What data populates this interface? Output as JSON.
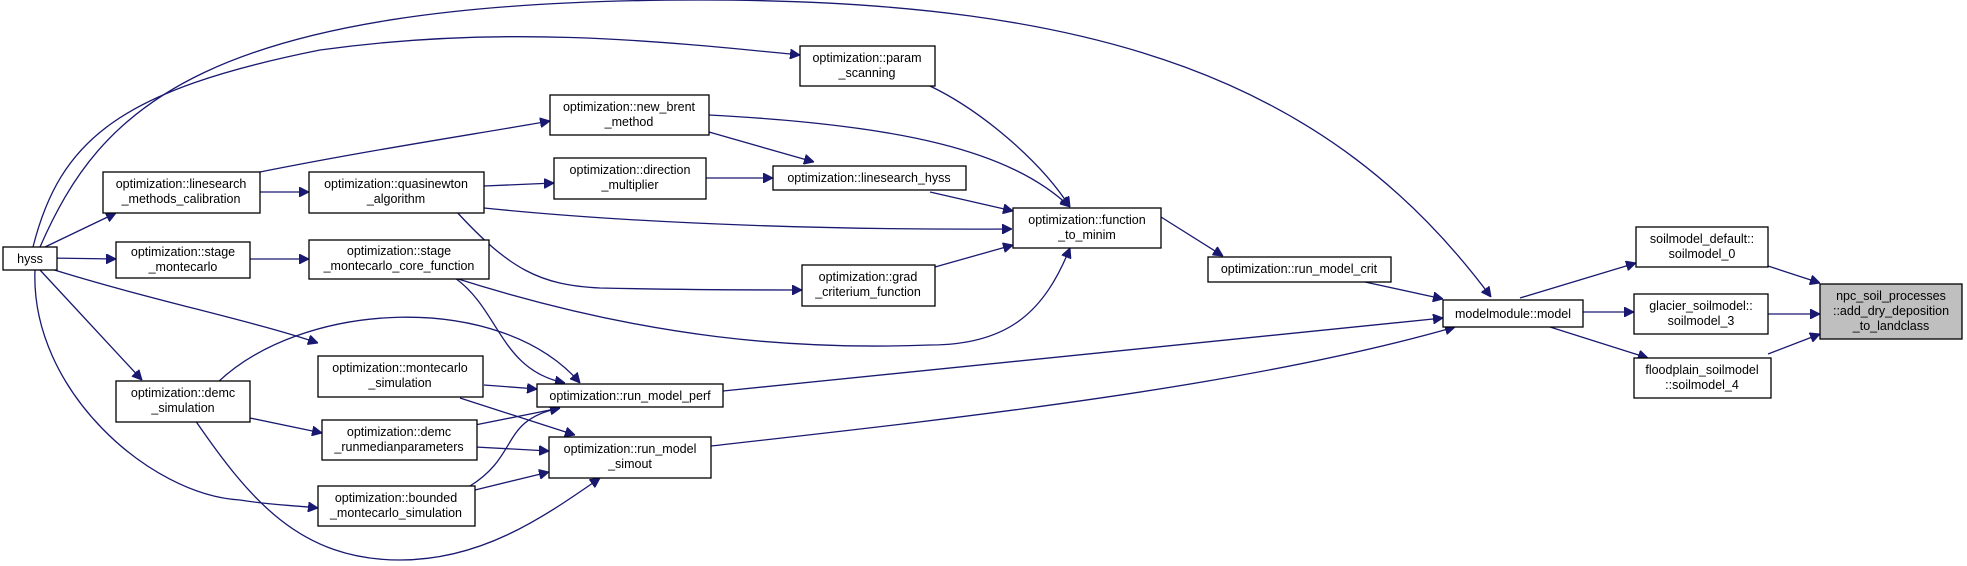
{
  "diagram": {
    "kind": "call-graph",
    "colors": {
      "edge": "#191970",
      "node_border": "#000000",
      "current_node_fill": "#bfbfbf",
      "node_fill": "#ffffff"
    },
    "nodes": [
      {
        "id": "hyss",
        "lines": [
          "hyss"
        ]
      },
      {
        "id": "linesearch_cal",
        "lines": [
          "optimization::linesearch",
          "_methods_calibration"
        ]
      },
      {
        "id": "stage_mc",
        "lines": [
          "optimization::stage",
          "_montecarlo"
        ]
      },
      {
        "id": "demc_sim",
        "lines": [
          "optimization::demc",
          "_simulation"
        ]
      },
      {
        "id": "param_scanning",
        "lines": [
          "optimization::param",
          "_scanning"
        ]
      },
      {
        "id": "new_brent",
        "lines": [
          "optimization::new_brent",
          "_method"
        ]
      },
      {
        "id": "quasinewton",
        "lines": [
          "optimization::quasinewton",
          "_algorithm"
        ]
      },
      {
        "id": "stage_mc_core",
        "lines": [
          "optimization::stage",
          "_montecarlo_core_function"
        ]
      },
      {
        "id": "mc_sim",
        "lines": [
          "optimization::montecarlo",
          "_simulation"
        ]
      },
      {
        "id": "demc_runmedian",
        "lines": [
          "optimization::demc",
          "_runmedianparameters"
        ]
      },
      {
        "id": "bounded_mc",
        "lines": [
          "optimization::bounded",
          "_montecarlo_simulation"
        ]
      },
      {
        "id": "direction_mult",
        "lines": [
          "optimization::direction",
          "_multiplier"
        ]
      },
      {
        "id": "linesearch_hyss",
        "lines": [
          "optimization::linesearch_hyss"
        ]
      },
      {
        "id": "grad_crit",
        "lines": [
          "optimization::grad",
          "_criterium_function"
        ]
      },
      {
        "id": "run_model_perf",
        "lines": [
          "optimization::run_model_perf"
        ]
      },
      {
        "id": "run_model_simout",
        "lines": [
          "optimization::run_model",
          "_simout"
        ]
      },
      {
        "id": "function_to_minim",
        "lines": [
          "optimization::function",
          "_to_minim"
        ]
      },
      {
        "id": "run_model_crit",
        "lines": [
          "optimization::run_model_crit"
        ]
      },
      {
        "id": "modelmodule_model",
        "lines": [
          "modelmodule::model"
        ]
      },
      {
        "id": "soilmodel_0",
        "lines": [
          "soilmodel_default::",
          "soilmodel_0"
        ]
      },
      {
        "id": "soilmodel_3",
        "lines": [
          "glacier_soilmodel::",
          "soilmodel_3"
        ]
      },
      {
        "id": "soilmodel_4",
        "lines": [
          "floodplain_soilmodel",
          "::soilmodel_4"
        ]
      },
      {
        "id": "npc_add_dry",
        "lines": [
          "npc_soil_processes",
          "::add_dry_deposition",
          "_to_landclass"
        ],
        "current": true
      }
    ]
  }
}
